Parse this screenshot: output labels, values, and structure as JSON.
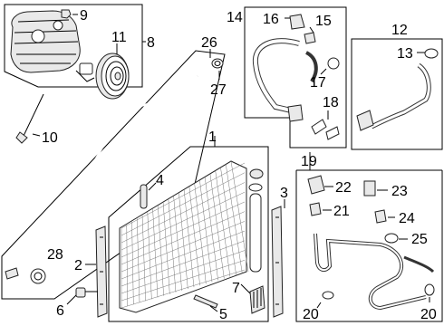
{
  "diagram": {
    "callouts": {
      "c1": "1",
      "c2": "2",
      "c3": "3",
      "c4": "4",
      "c5": "5",
      "c6": "6",
      "c7": "7",
      "c8": "8",
      "c9": "9",
      "c10": "10",
      "c11": "11",
      "c12": "12",
      "c13": "13",
      "c14": "14",
      "c15": "15",
      "c16": "16",
      "c17": "17",
      "c18": "18",
      "c19": "19",
      "c20a": "20",
      "c20b": "20",
      "c21": "21",
      "c22": "22",
      "c23": "23",
      "c24": "24",
      "c25": "25",
      "c26": "26",
      "c27": "27",
      "c28": "28"
    },
    "parts": [
      "compressor",
      "clutch-pulley",
      "compressor-bolt",
      "suction-hose",
      "discharge-line",
      "condenser",
      "receiver-drier",
      "pressure-switch",
      "service-valve",
      "o-ring",
      "seal"
    ]
  }
}
